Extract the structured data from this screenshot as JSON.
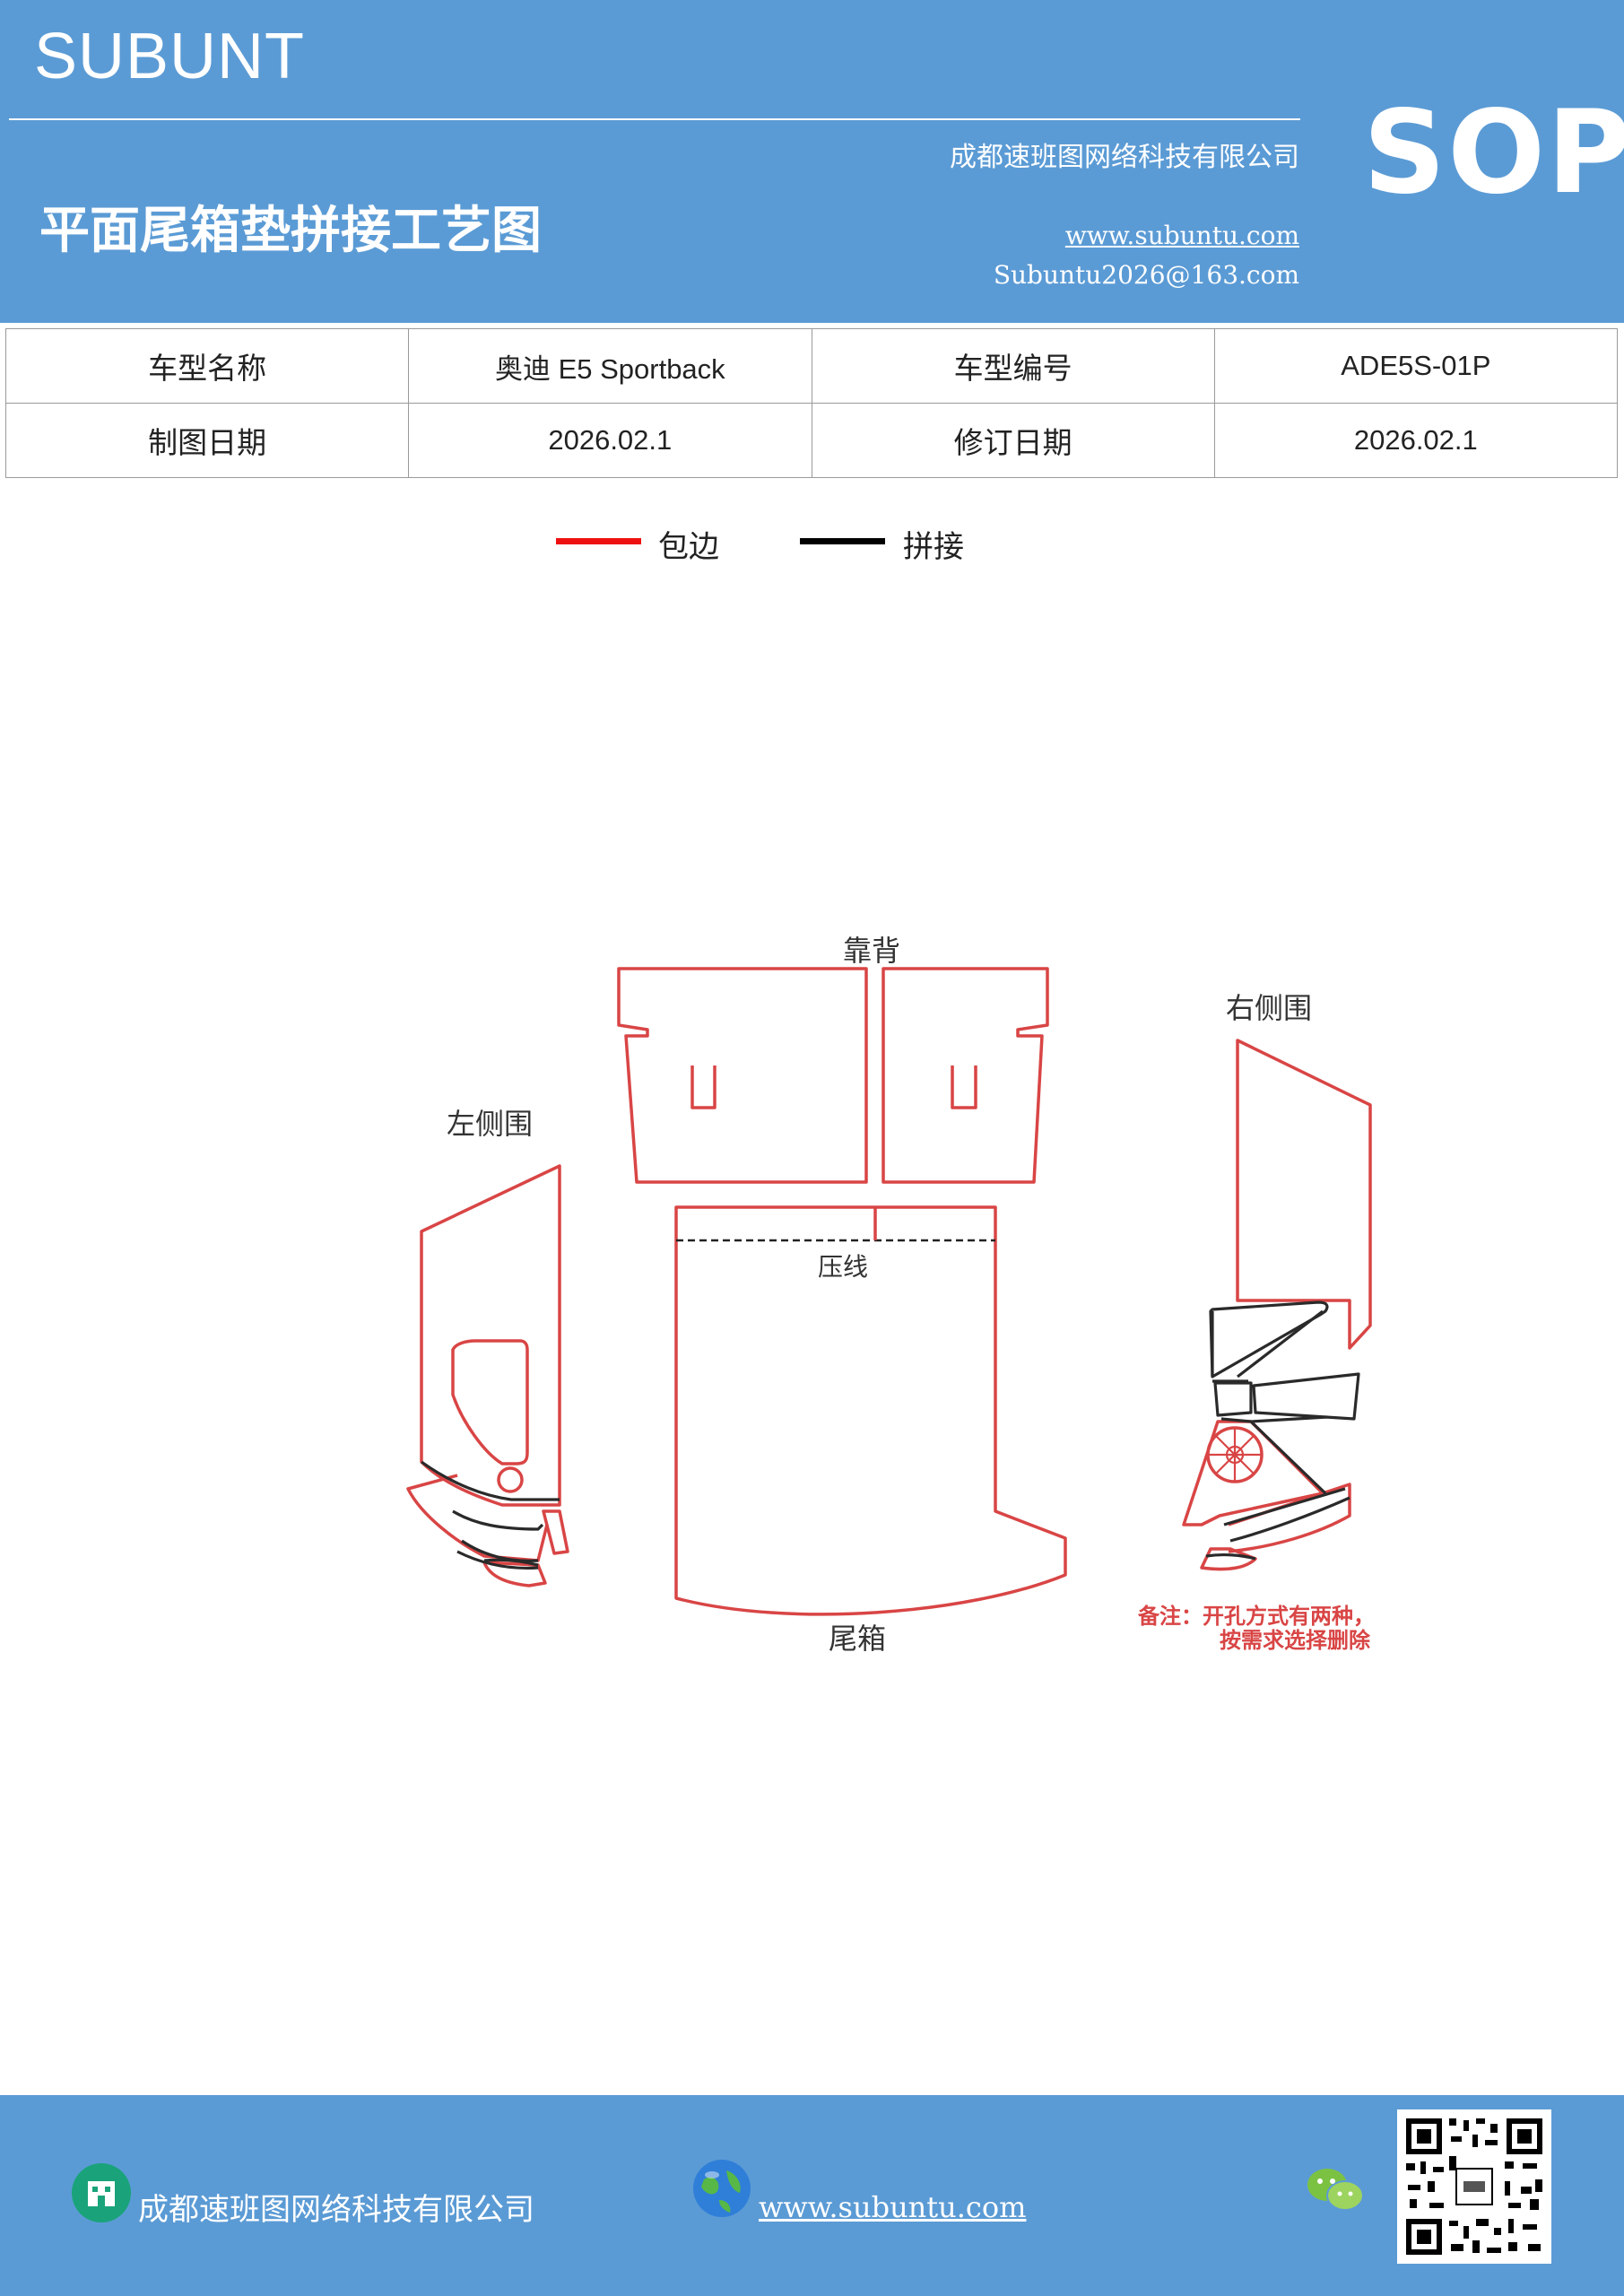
{
  "header": {
    "brand": "SUBUNT",
    "company": "成都速班图网络科技有限公司",
    "title": "平面尾箱垫拼接工艺图",
    "website": "www.subuntu.com",
    "email": "Subuntu2026@163.com",
    "badge": "SOP"
  },
  "info_table": {
    "model_name_label": "车型名称",
    "model_name_value": "奥迪 E5  Sportback",
    "model_code_label": "车型编号",
    "model_code_value": "ADE5S-01P",
    "drawing_date_label": "制图日期",
    "drawing_date_value": "2026.02.1",
    "revision_date_label": "修订日期",
    "revision_date_value": "2026.02.1"
  },
  "legend": {
    "edge_label": "包边",
    "edge_color": "#ee1111",
    "joint_label": "拼接",
    "joint_color": "#000000"
  },
  "diagram": {
    "backrest": "靠背",
    "right_side": "右侧围",
    "left_side": "左侧围",
    "press_line": "压线",
    "trunk": "尾箱",
    "note_line1": "备注：开孔方式有两种，",
    "note_line2": "按需求选择删除",
    "outline_color": "#d94545",
    "joint_line_color": "#2a2a2a",
    "note_color": "#d94545"
  },
  "footer": {
    "company": "成都速班图网络科技有限公司",
    "website": "www.subuntu.com ",
    "building_icon": "building-icon",
    "globe_icon": "globe-icon",
    "wechat_icon": "wechat-icon",
    "qr_code": "qr-code"
  }
}
